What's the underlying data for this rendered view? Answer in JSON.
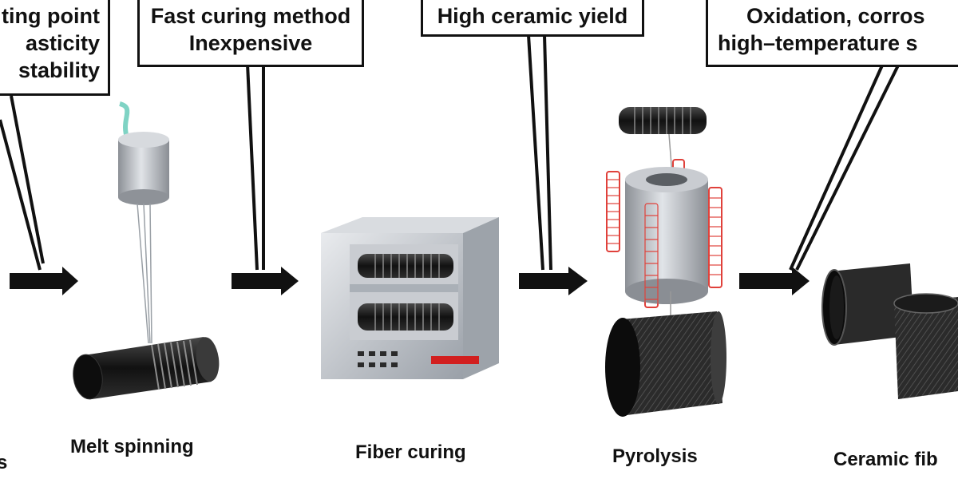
{
  "callouts": [
    {
      "lines": [
        "ting point",
        "asticity",
        "stability"
      ]
    },
    {
      "lines": [
        "Fast curing method",
        "Inexpensive"
      ]
    },
    {
      "lines": [
        "High ceramic yield"
      ]
    },
    {
      "lines": [
        "Oxidation, corros",
        "high–temperature s"
      ]
    }
  ],
  "steps": [
    {
      "label": "s"
    },
    {
      "label": "Melt spinning"
    },
    {
      "label": "Fiber curing"
    },
    {
      "label": "Pyrolysis"
    },
    {
      "label": "Ceramic fib"
    }
  ],
  "colors": {
    "ink": "#111111",
    "cylinder_gray": "#b9bdc3",
    "fiber_black": "#1a1a1a",
    "coil_red": "#e0413b",
    "nozzle_fiber": "#7fd3c4",
    "oven_panel_red": "#d21f1f"
  }
}
